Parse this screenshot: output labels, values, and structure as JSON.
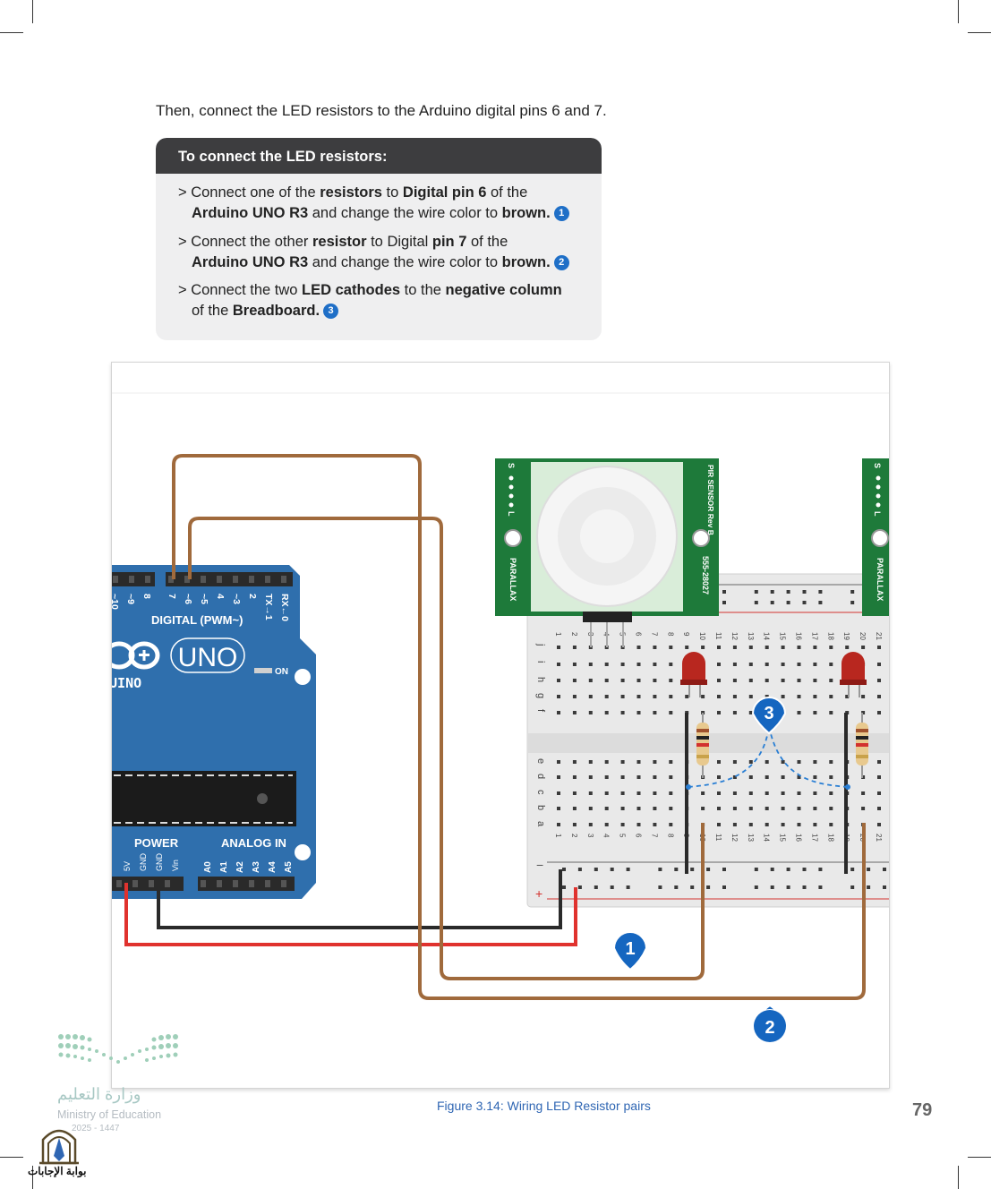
{
  "intro": "Then, connect the LED resistors to the Arduino digital pins 6 and 7.",
  "box": {
    "title": "To connect the LED resistors:",
    "step1": {
      "l1a": "> Connect one of the ",
      "l1b": "resistors",
      "l1c": " to ",
      "l1d": "Digital pin 6",
      "l1e": " of the",
      "l2a": "Arduino UNO R3",
      "l2b": " and change the wire color to ",
      "l2c": "brown.",
      "num": "1"
    },
    "step2": {
      "l1a": "> Connect the other ",
      "l1b": "resistor",
      "l1c": "  to Digital ",
      "l1d": "pin 7",
      "l1e": " of the",
      "l2a": "Arduino UNO R3",
      "l2b": " and change the wire color to ",
      "l2c": "brown.",
      "num": "2"
    },
    "step3": {
      "l1a": "> Connect the two ",
      "l1b": "LED cathodes",
      "l1c": " to the ",
      "l1d": "negative column",
      "l2a": "of the ",
      "l2b": "Breadboard.",
      "num": "3"
    }
  },
  "figure": {
    "arduino": {
      "digital_label": "DIGITAL (PWM~)",
      "uno_label": "UNO",
      "duino_text": "DUINO",
      "on_label": "ON",
      "power_label": "POWER",
      "analog_label": "ANALOG IN",
      "digital_pins": [
        "~10",
        "~9",
        "8",
        "7",
        "~6",
        "~5",
        "4",
        "~3",
        "2",
        "TX→1",
        "RX←0"
      ],
      "power_pins": [
        "5V",
        "GND",
        "GND",
        "Vin"
      ],
      "analog_pins": [
        "A0",
        "A1",
        "A2",
        "A3",
        "A4",
        "A5"
      ]
    },
    "pir": {
      "side_label": "PIR SENSOR Rev B",
      "part_number": "555-28027",
      "brand": "PARALLAX",
      "pin_s": "S",
      "pin_l": "L"
    },
    "breadboard": {
      "rows_top": [
        "j",
        "i",
        "h",
        "g",
        "f"
      ],
      "rows_bottom": [
        "e",
        "d",
        "c",
        "b",
        "a"
      ],
      "columns": [
        "1",
        "2",
        "3",
        "4",
        "5",
        "6",
        "7",
        "8",
        "9",
        "10",
        "11",
        "12",
        "13",
        "14",
        "15",
        "16",
        "17",
        "18",
        "19",
        "20",
        "21"
      ],
      "minus": "−",
      "plus": "+"
    },
    "markers": [
      "1",
      "2",
      "3"
    ]
  },
  "caption": "Figure 3.14: Wiring LED Resistor pairs",
  "page_number": "79",
  "footer": {
    "ministry_ar": "وزارة التعليم",
    "ministry_en": "Ministry of Education",
    "year": "2025 - 1447",
    "portal": "بوابة الإجابات"
  },
  "colors": {
    "board_blue": "#2f6fad",
    "pir_green": "#1e7a3a",
    "wire_brown": "#a06a3c",
    "wire_red": "#e0322e",
    "wire_black": "#2a2a2a",
    "marker_blue": "#1566c0",
    "header_dark": "#3d3d3f"
  }
}
